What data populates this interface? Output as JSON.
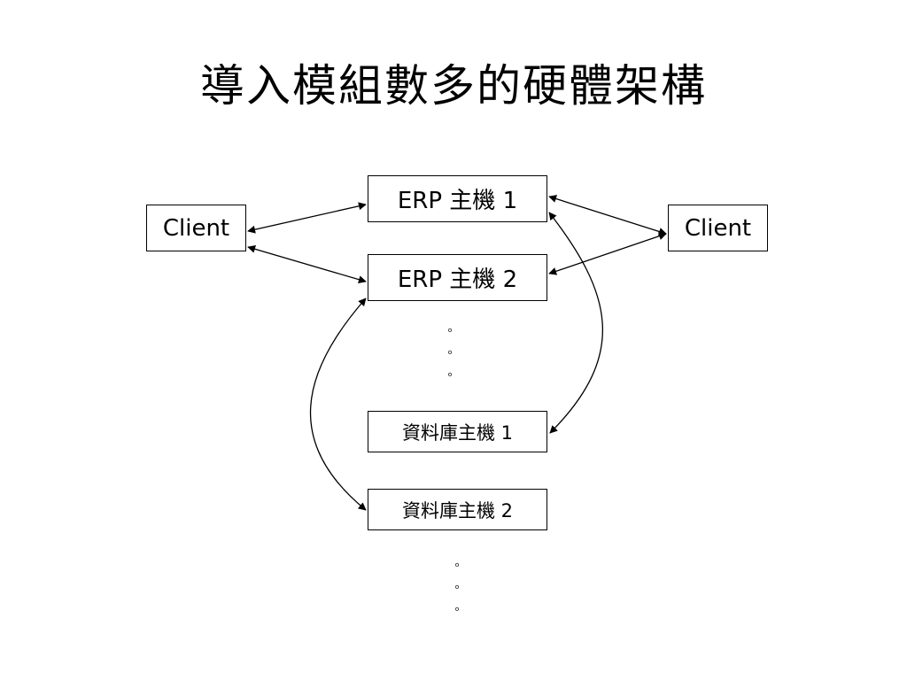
{
  "slide": {
    "title": "導入模組數多的硬體架構"
  },
  "nodes": {
    "client_left": "Client",
    "client_right": "Client",
    "erp1": "ERP 主機 1",
    "erp2": "ERP 主機 2",
    "db1": "資料庫主機 1",
    "db2": "資料庫主機 2"
  },
  "ellipsis": {
    "dot": "。"
  },
  "connections": [
    {
      "from": "Client",
      "to": "ERP 主機 1",
      "arrows": "both"
    },
    {
      "from": "Client",
      "to": "ERP 主機 2",
      "arrows": "both"
    },
    {
      "from": "Client",
      "to": "ERP 主機 1",
      "arrows": "both"
    },
    {
      "from": "Client",
      "to": "ERP 主機 2",
      "arrows": "both"
    },
    {
      "from": "ERP 主機 1",
      "to": "資料庫主機 1",
      "arrows": "both",
      "shape": "curve"
    },
    {
      "from": "ERP 主機 2",
      "to": "資料庫主機 2",
      "arrows": "both",
      "shape": "curve"
    }
  ],
  "colors": {
    "line": "#000000",
    "background": "#ffffff"
  }
}
